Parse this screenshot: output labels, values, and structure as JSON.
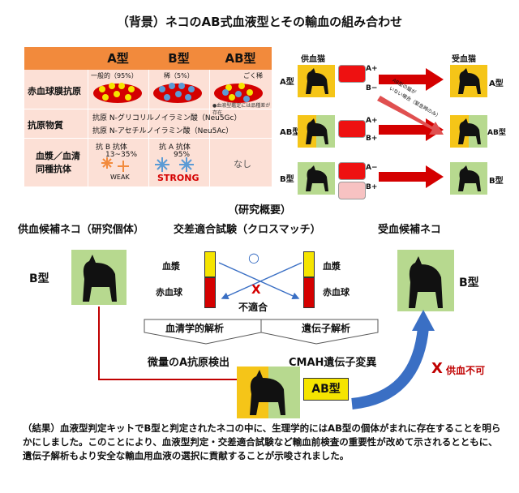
{
  "title": "（背景）ネコのAB式血液型とその輸血の組み合わせ",
  "table": {
    "columns": [
      "A型",
      "B型",
      "AB型"
    ],
    "freq": [
      "一般的（95%）",
      "稀（5%）",
      "ごく稀"
    ],
    "ab_note": "●血液型鑑定には品種差が存在",
    "row1_label": "赤血球膜抗原",
    "row2_label": "抗原物質",
    "antigen_a": "抗原 N-グリコリルノイラミン酸（Neu5Gc）",
    "antigen_b": "抗原 N-アセチルノイラミン酸（Neu5Ac）",
    "row3_label_1": "血漿／血清",
    "row3_label_2": "同種抗体",
    "col_a_antibody": "抗 B 抗体",
    "col_a_pct": "13~35%",
    "col_a_strength": "WEAK",
    "col_b_antibody": "抗 A 抗体",
    "col_b_pct": "95%",
    "col_b_strength": "STRONG",
    "col_ab_antibody": "なし"
  },
  "transfusion": {
    "donor_label": "供血猫",
    "recipient_label": "受血猫",
    "rows": [
      {
        "type": "A型",
        "signs": [
          "A+",
          "B−"
        ],
        "recipient": "A型"
      },
      {
        "type": "AB型",
        "signs": [
          "A+",
          "B+"
        ],
        "recipient": "AB型"
      },
      {
        "type": "B型",
        "signs": [
          "A−",
          "B+"
        ],
        "recipient": "B型"
      }
    ],
    "diagonal_note_1": "AB型の猫が",
    "diagonal_note_2": "いない場合（緊急時のみ）"
  },
  "overview": {
    "title": "（研究概要）",
    "donor_head": "供血候補ネコ（研究個体）",
    "crossmatch_head": "交差適合試験（クロスマッチ）",
    "recipient_head": "受血候補ネコ",
    "donor_type": "B型",
    "recipient_type": "B型",
    "plasma": "血漿",
    "rbc": "赤血球",
    "plasma_right": "血漿",
    "rbc_right": "赤血球",
    "x_mark": "X",
    "circle_mark": "○",
    "mismatch": "不適合",
    "serology": "血清学的解析",
    "genetic": "遺伝子解析",
    "finding_left": "微量のA抗原検出",
    "finding_right": "CMAH遺伝子変異",
    "result_type": "AB型",
    "no_donation_x": "X",
    "no_donation": "供血不可"
  },
  "conclusion": "（結果）血液型判定キットでB型と判定されたネコの中に、生理学的にはAB型の個体がまれに存在することを明らかにしました。このことにより、血液型判定・交差適合試験など輸血前検査の重要性が改めて示されるとともに、遺伝子解析もより安全な輸血用血液の選択に貢献することが示唆されました。",
  "colors": {
    "header_orange": "#f28a3c",
    "table_bg": "#fce0d6",
    "cat_green": "#b7d98f",
    "cat_yellow": "#f5c518",
    "red": "#c00000",
    "arrow_blue": "#3a6fc4",
    "plasma_yellow": "#f5e400",
    "rbc_red": "#d40000"
  },
  "icons": [
    "cat-silhouette-icon",
    "red-arrow-icon",
    "blood-tube-icon",
    "blue-curved-arrow-icon"
  ]
}
